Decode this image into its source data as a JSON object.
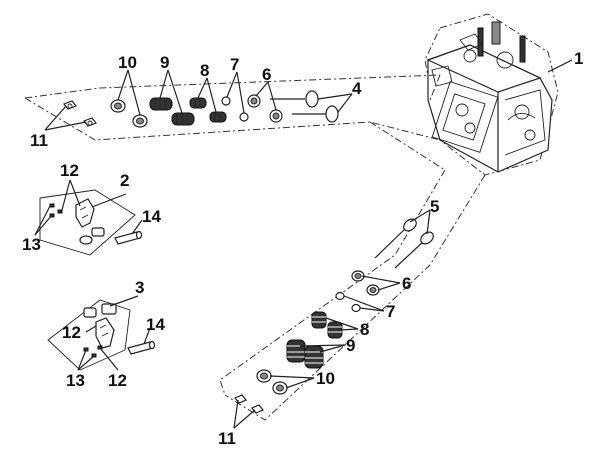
{
  "callouts": {
    "c1": "1",
    "c2": "2",
    "c3": "3",
    "c4": "4",
    "c5": "5",
    "c6a": "6",
    "c6b": "6",
    "c7a": "7",
    "c7b": "7",
    "c8a": "8",
    "c8b": "8",
    "c9a": "9",
    "c9b": "9",
    "c10a": "10",
    "c10b": "10",
    "c11a": "11",
    "c11b": "11",
    "c12a": "12",
    "c12b": "12",
    "c12c": "12",
    "c13a": "13",
    "c13b": "13",
    "c14a": "14",
    "c14b": "14"
  }
}
